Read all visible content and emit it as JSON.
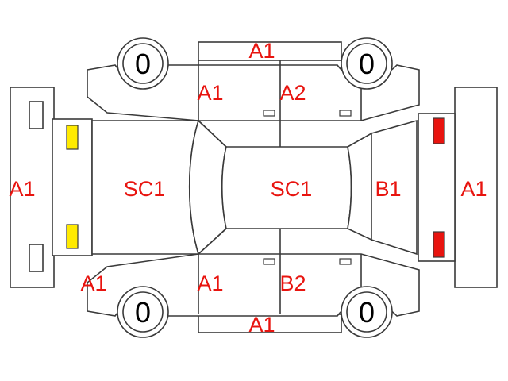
{
  "colors": {
    "outline": "#3a3a3a",
    "code_text": "#e8140f",
    "front_lamp": "#ffea00",
    "rear_lamp": "#e8140f",
    "tire_text": "#000000"
  },
  "tires": {
    "front_top": "0",
    "rear_top": "0",
    "front_bottom": "0",
    "rear_bottom": "0"
  },
  "codes": {
    "roof_top": "A1",
    "front_door_top": "A1",
    "rear_door_top": "A2",
    "front_bumper": "A1",
    "hood": "SC1",
    "roof": "SC1",
    "trunk": "B1",
    "rear_bumper": "A1",
    "front_fender_bottom": "A1",
    "front_door_bottom": "A1",
    "rear_door_bottom": "B2",
    "roof_bottom": "A1"
  }
}
